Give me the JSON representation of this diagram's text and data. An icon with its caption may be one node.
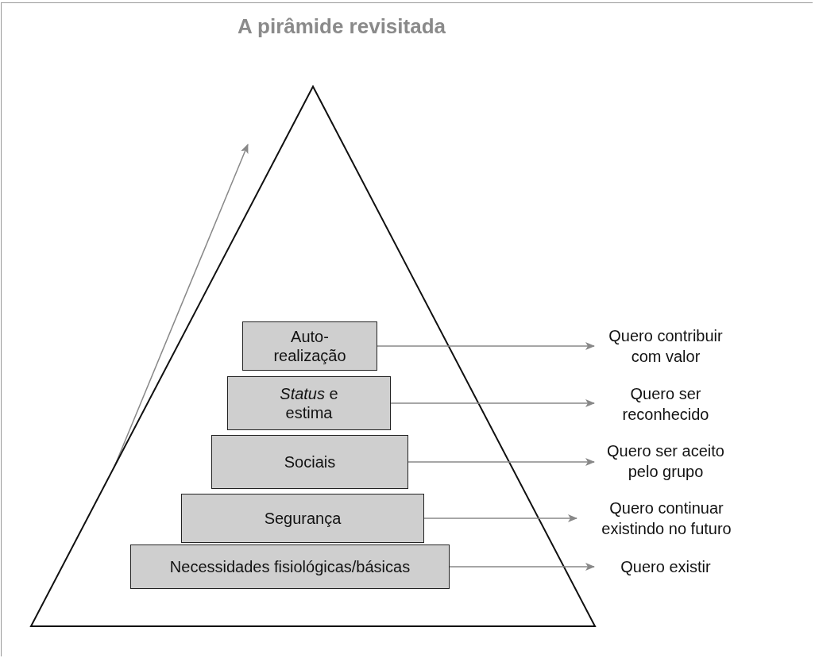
{
  "diagram": {
    "title": "A pirâmide revisitada",
    "nodes": [
      {
        "text": [],
        "shape": "triangle"
      },
      {
        "text": [
          "Auto-realização"
        ],
        "in": 0
      },
      {
        "text": [
          "*Status* e estima"
        ],
        "in": 0
      },
      {
        "text": [
          "Sociais"
        ],
        "in": 0
      },
      {
        "text": [
          "Segurança"
        ],
        "in": 0
      },
      {
        "text": [
          "Necessidades fisiológicas/básicas"
        ],
        "in": 0
      },
      {
        "text": [
          "Quero contribuir com valor"
        ]
      },
      {
        "text": [
          "Quero ser reconhecido"
        ]
      },
      {
        "text": [
          "Quero ser aceito pelo grupo"
        ]
      },
      {
        "text": [
          "Quero continuar existindo no futuro"
        ]
      },
      {
        "text": [
          "Quero existir"
        ]
      }
    ],
    "edges": [
      {
        "from": 1,
        "to": 6,
        "arrow": "to"
      },
      {
        "from": 2,
        "to": 7,
        "arrow": "to"
      },
      {
        "from": 3,
        "to": 8,
        "arrow": "to"
      },
      {
        "from": 4,
        "to": 9,
        "arrow": "to"
      },
      {
        "from": 5,
        "to": 10,
        "arrow": "to"
      }
    ]
  }
}
